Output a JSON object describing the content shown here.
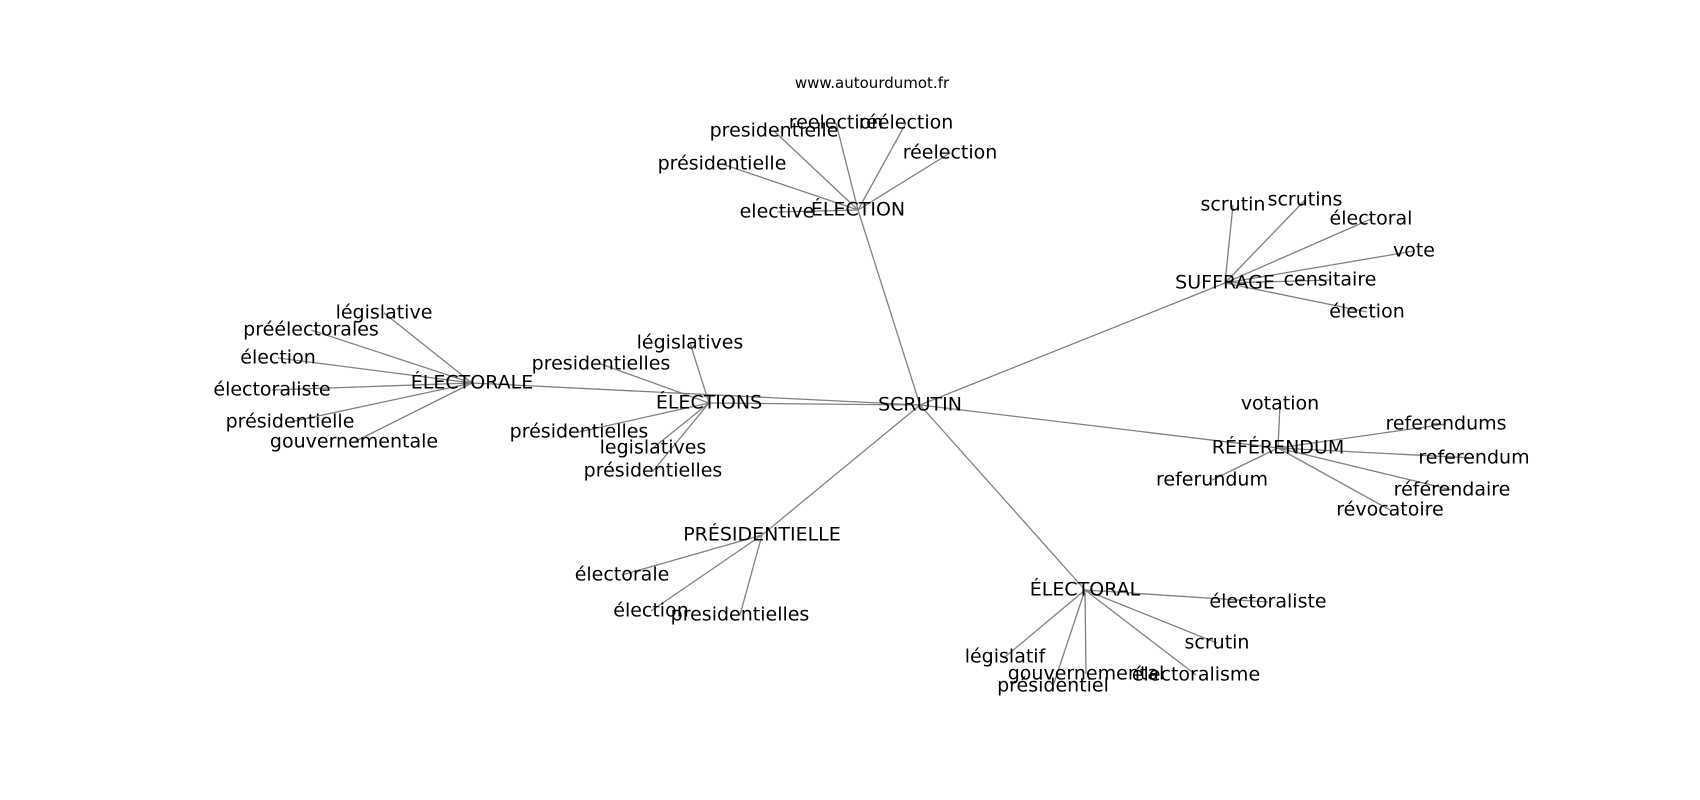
{
  "source": "www.autourdumot.fr",
  "center": "SCRUTIN",
  "clusters": [
    {
      "hub": "ÉLECTION",
      "words": [
        "elective",
        "présidentielle",
        "presidentielle",
        "reelection",
        "réélection",
        "réelection"
      ]
    },
    {
      "hub": "SUFFRAGE",
      "words": [
        "scrutin",
        "scrutins",
        "électoral",
        "vote",
        "censitaire",
        "élection"
      ]
    },
    {
      "hub": "ÉLECTORALE",
      "words": [
        "législative",
        "préélectorales",
        "élection",
        "électoraliste",
        "présidentielle",
        "gouvernementale"
      ]
    },
    {
      "hub": "ÉLECTIONS",
      "words": [
        "législatives",
        "presidentielles",
        "présidentielles",
        "legislatives",
        "présidentielles"
      ]
    },
    {
      "hub": "RÉFÉRENDUM",
      "words": [
        "votation",
        "referendums",
        "referendum",
        "référendaire",
        "révocatoire",
        "referundum"
      ]
    },
    {
      "hub": "PRÉSIDENTIELLE",
      "words": [
        "électorale",
        "élection",
        "presidentielles"
      ]
    },
    {
      "hub": "ÉLECTORAL",
      "words": [
        "électoraliste",
        "scrutin",
        "électoralisme",
        "gouvernemental",
        "présidentiel",
        "législatif"
      ]
    }
  ]
}
